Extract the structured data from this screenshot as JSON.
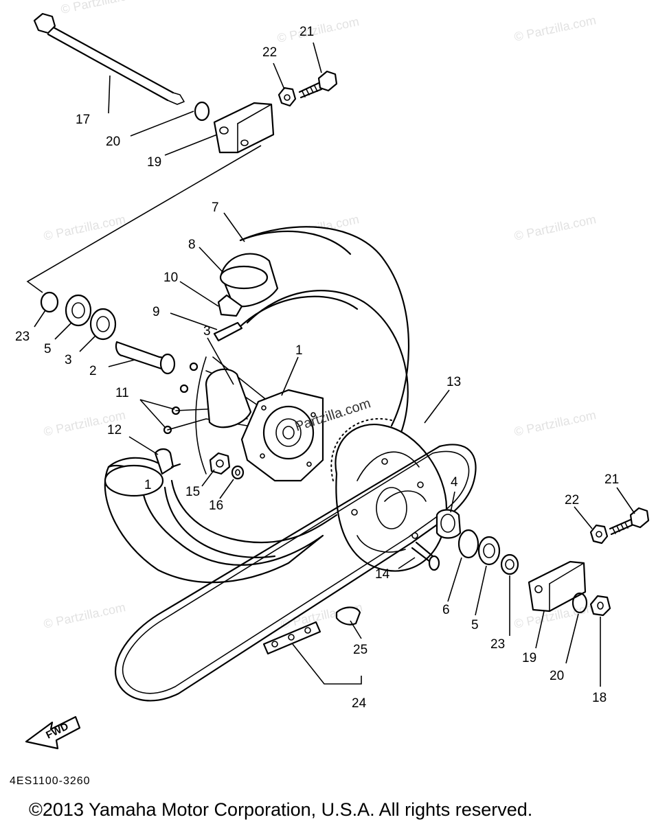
{
  "diagram": {
    "part_labels": [
      {
        "id": "1",
        "text": "1"
      },
      {
        "id": "1b",
        "text": "1"
      },
      {
        "id": "2",
        "text": "2"
      },
      {
        "id": "3",
        "text": "3"
      },
      {
        "id": "3b",
        "text": "3"
      },
      {
        "id": "4",
        "text": "4"
      },
      {
        "id": "5",
        "text": "5"
      },
      {
        "id": "5b",
        "text": "5"
      },
      {
        "id": "6",
        "text": "6"
      },
      {
        "id": "7",
        "text": "7"
      },
      {
        "id": "8",
        "text": "8"
      },
      {
        "id": "9",
        "text": "9"
      },
      {
        "id": "10",
        "text": "10"
      },
      {
        "id": "11",
        "text": "11"
      },
      {
        "id": "12",
        "text": "12"
      },
      {
        "id": "13",
        "text": "13"
      },
      {
        "id": "14",
        "text": "14"
      },
      {
        "id": "15",
        "text": "15"
      },
      {
        "id": "16",
        "text": "16"
      },
      {
        "id": "17",
        "text": "17"
      },
      {
        "id": "18",
        "text": "18"
      },
      {
        "id": "19",
        "text": "19"
      },
      {
        "id": "19b",
        "text": "19"
      },
      {
        "id": "20",
        "text": "20"
      },
      {
        "id": "20b",
        "text": "20"
      },
      {
        "id": "21",
        "text": "21"
      },
      {
        "id": "21b",
        "text": "21"
      },
      {
        "id": "22",
        "text": "22"
      },
      {
        "id": "22b",
        "text": "22"
      },
      {
        "id": "23",
        "text": "23"
      },
      {
        "id": "23b",
        "text": "23"
      },
      {
        "id": "24",
        "text": "24"
      },
      {
        "id": "25",
        "text": "25"
      }
    ],
    "fwd_arrow_label": "FWD",
    "diagram_code": "4ES1100-3260",
    "watermark": "© Partzilla.com",
    "watermark_center": "Partzilla.com",
    "copyright": "©2013 Yamaha Motor Corporation, U.S.A. All rights reserved."
  }
}
